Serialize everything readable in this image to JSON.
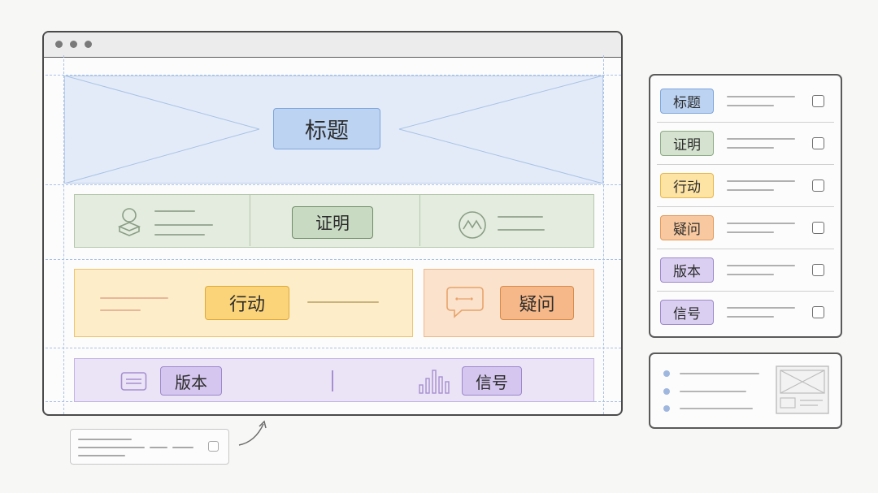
{
  "wireframe": {
    "window_dots": [
      "dot",
      "dot",
      "dot"
    ],
    "hero": {
      "label": "标题"
    },
    "proof": {
      "label": "证明",
      "icons": [
        "user-stack-icon",
        "chart-circle-icon"
      ]
    },
    "action": {
      "label": "行动"
    },
    "question": {
      "label": "疑问",
      "icon": "chat-bubble-icon"
    },
    "footer": {
      "left_label": "版本",
      "right_label": "信号",
      "icons": [
        "card-icon",
        "bar-chart-icon"
      ]
    }
  },
  "checklist": {
    "items": [
      {
        "label": "标题",
        "color": "#bcd3f2",
        "border": "#7fa6dc"
      },
      {
        "label": "证明",
        "color": "#d4e2cf",
        "border": "#8fab86"
      },
      {
        "label": "行动",
        "color": "#fde3a4",
        "border": "#e8b84e"
      },
      {
        "label": "疑问",
        "color": "#f8c9a0",
        "border": "#e39a5c"
      },
      {
        "label": "版本",
        "color": "#dacff0",
        "border": "#9d88cc"
      },
      {
        "label": "信号",
        "color": "#dacff0",
        "border": "#9d88cc"
      }
    ]
  },
  "colors": {
    "hero": "#e3ebf8",
    "proof": "#e4ece0",
    "action": "#fdedc9",
    "question": "#fbe2cc",
    "footer": "#ebe4f6"
  }
}
